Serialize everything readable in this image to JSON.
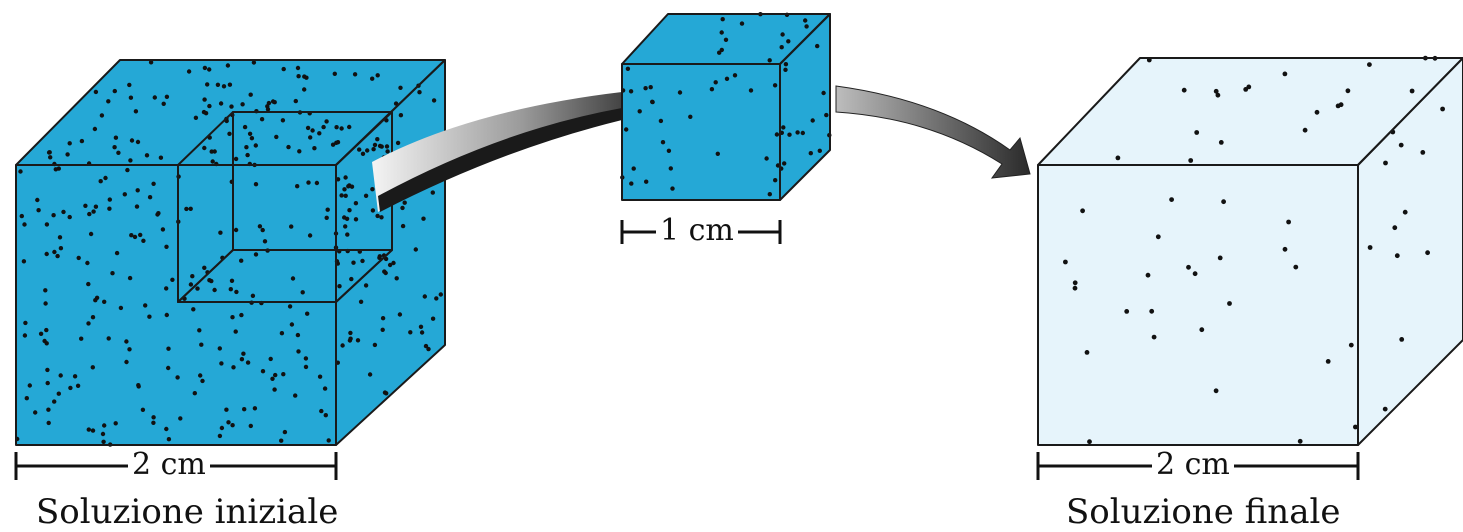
{
  "colors": {
    "solution_concentrated": "#25a8d6",
    "solution_dilute": "#e6f4fb",
    "edge": "#1a1a1a",
    "particle": "#111111",
    "arrow_light": "#f2f2f2",
    "arrow_dark": "#1a1a1a"
  },
  "initial": {
    "dimension": "2 cm",
    "caption": "Soluzione iniziale"
  },
  "sample": {
    "dimension": "1 cm"
  },
  "final": {
    "dimension": "2 cm",
    "caption": "Soluzione finale"
  }
}
